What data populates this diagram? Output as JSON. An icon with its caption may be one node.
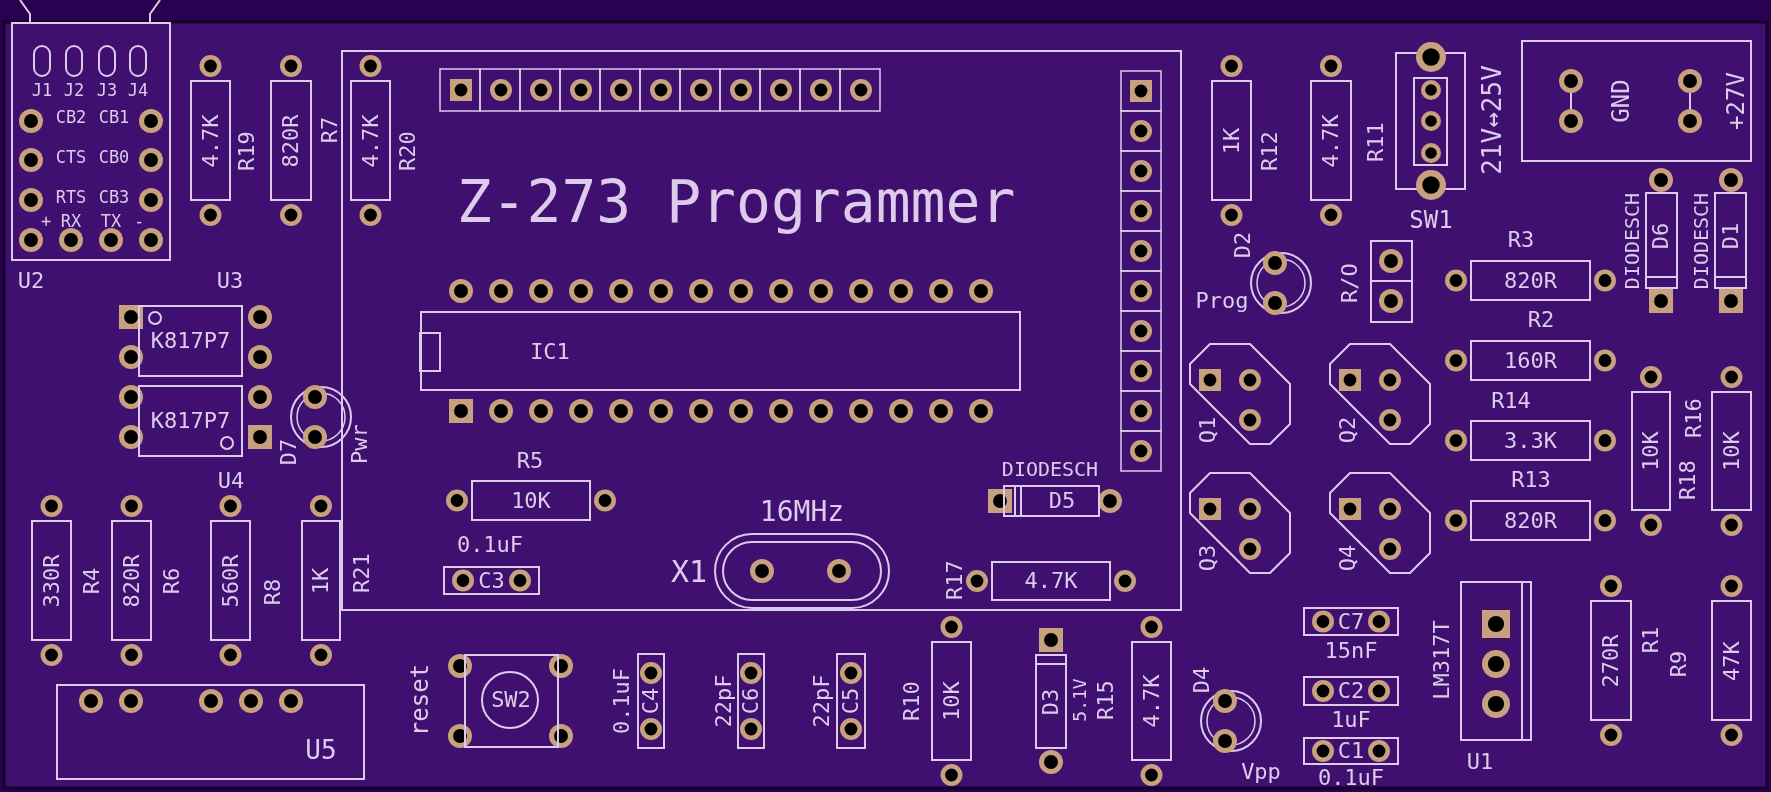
{
  "diagram": {
    "nodes": [
      {
        "text": [
          "J1",
          "J2",
          "J3",
          "J4",
          "CB2",
          "CB1",
          "CTS",
          "CB0",
          "RTS",
          "CB3",
          "+",
          "RX",
          "TX",
          "-"
        ],
        "beside": [
          "U2"
        ]
      },
      {
        "text": [
          "4.7K"
        ],
        "beside": [
          "R19"
        ]
      },
      {
        "text": [
          "820R"
        ],
        "beside": [
          "R7"
        ]
      },
      {
        "text": [
          "4.7K"
        ],
        "beside": [
          "R20"
        ],
        "in": 4
      },
      {
        "text": [
          "Z-273 Programmer"
        ]
      },
      {
        "text": [
          "IC1"
        ],
        "in": 4
      },
      {
        "text": [
          "10K"
        ],
        "beside": [
          "R5"
        ],
        "in": 4
      },
      {
        "text": [
          "C3"
        ],
        "beside": [
          "0.1uF"
        ],
        "in": 4
      },
      {
        "text": [
          "D5"
        ],
        "beside": [
          "DIODESCH"
        ],
        "in": 4
      },
      {
        "text": [
          "4.7K"
        ],
        "beside": [
          "R17"
        ],
        "in": 4
      },
      {
        "text": [
          "1K"
        ],
        "beside": [
          "R12"
        ]
      },
      {
        "text": [
          "4.7K"
        ],
        "beside": [
          "R11"
        ]
      },
      {
        "text": [
          "GND",
          "+27V"
        ]
      },
      {
        "text": [
          "820R"
        ],
        "beside": [
          "R3"
        ]
      },
      {
        "text": [
          "D6"
        ],
        "beside": [
          "DIODESCH"
        ]
      },
      {
        "text": [
          "D1"
        ],
        "beside": [
          "DIODESCH"
        ]
      },
      {
        "text": [
          "160R"
        ],
        "beside": [
          "R2"
        ]
      },
      {
        "text": [
          "3.3K"
        ],
        "beside": [
          "R14"
        ]
      },
      {
        "text": [
          "10K"
        ],
        "beside": [
          "R18"
        ]
      },
      {
        "text": [
          "10K"
        ],
        "beside": [
          "R16"
        ]
      },
      {
        "text": [
          "820R"
        ],
        "beside": [
          "R13"
        ]
      },
      {
        "text": [
          "K817P7"
        ],
        "beside": [
          "U3"
        ]
      },
      {
        "text": [
          "K817P7"
        ],
        "beside": [
          "U4"
        ]
      },
      {
        "text": [
          "330R"
        ],
        "beside": [
          "R4"
        ]
      },
      {
        "text": [
          "820R"
        ],
        "beside": [
          "R6"
        ]
      },
      {
        "text": [
          "560R"
        ],
        "beside": [
          "R8"
        ]
      },
      {
        "text": [
          "1K"
        ],
        "beside": [
          "R21"
        ]
      },
      {
        "text": [
          "U5"
        ]
      },
      {
        "text": [
          "SW2"
        ],
        "beside": [
          "reset"
        ]
      },
      {
        "text": [
          "C4"
        ],
        "beside": [
          "0.1uF"
        ]
      },
      {
        "text": [
          "C6"
        ],
        "beside": [
          "22pF"
        ]
      },
      {
        "text": [
          "C5"
        ],
        "beside": [
          "22pF"
        ]
      },
      {
        "text": [
          "10K"
        ],
        "beside": [
          "R10"
        ]
      },
      {
        "text": [
          "D3"
        ],
        "beside": [
          "5.1V"
        ]
      },
      {
        "text": [
          "4.7K"
        ],
        "beside": [
          "R15"
        ]
      },
      {
        "text": [
          "C7"
        ],
        "beside": [
          "15nF"
        ]
      },
      {
        "text": [
          "C2"
        ],
        "beside": [
          "1uF"
        ]
      },
      {
        "text": [
          "C1"
        ],
        "beside": [
          "0.1uF"
        ]
      },
      {
        "text": [],
        "shape": "box",
        "beside": [
          "LM317T",
          "U1"
        ]
      },
      {
        "text": [
          "270R"
        ],
        "beside": [
          "R1"
        ]
      },
      {
        "text": [
          "47K"
        ],
        "beside": [
          "R9"
        ]
      }
    ],
    "labels": [
      "D7",
      "Pwr",
      "16MHz",
      "X1",
      "SW1",
      "21V↔25V",
      "D2",
      "Prog",
      "R/O",
      "Q1",
      "Q2",
      "Q3",
      "Q4",
      "D4",
      "Vpp"
    ]
  }
}
